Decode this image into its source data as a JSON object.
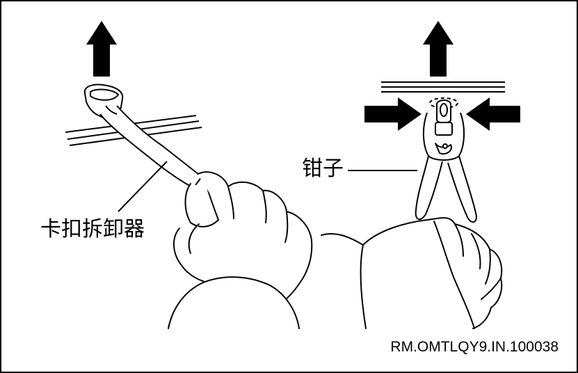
{
  "labels": {
    "clip_remover": "卡扣拆卸器",
    "pliers": "钳子",
    "figure_code": "RM.OMTLQY9.IN.100038"
  },
  "colors": {
    "line": "#000000",
    "background": "#ffffff"
  }
}
